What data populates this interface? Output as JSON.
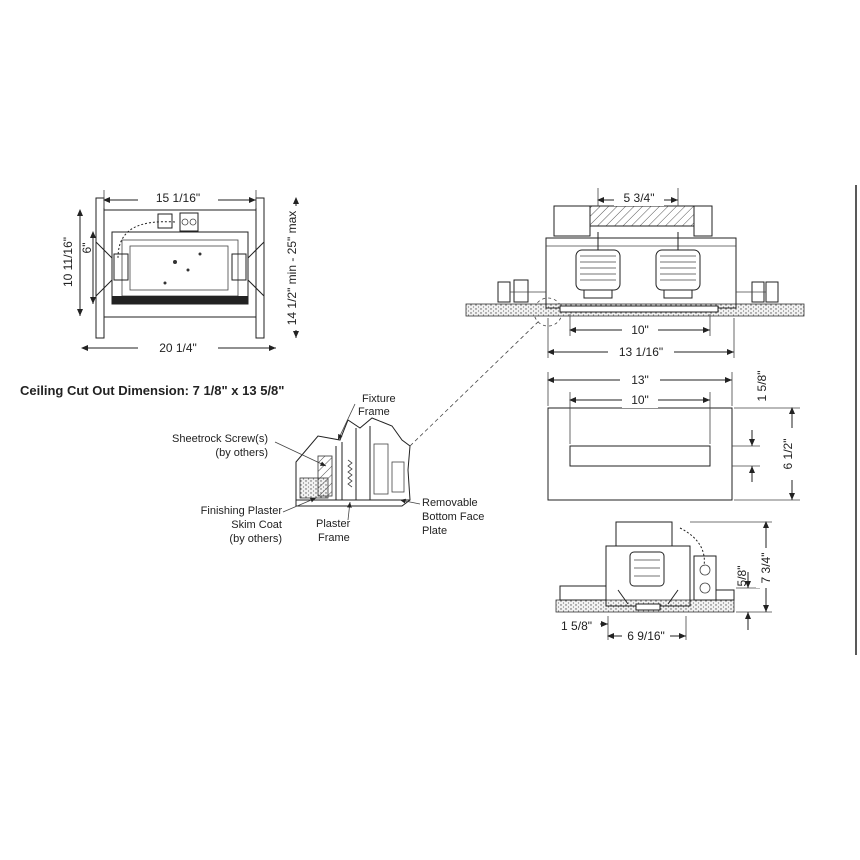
{
  "top_left_view": {
    "width_top": "15 1/16\"",
    "width_bottom": "20 1/4\"",
    "height_left": "10 11/16\"",
    "height_inner": "6\"",
    "height_right": "14 1/2\" min - 25\" max"
  },
  "cutout": {
    "label": "Ceiling Cut Out Dimension: 7 1/8\" x 13 5/8\""
  },
  "detail_callouts": {
    "fixture_frame": [
      "Fixture",
      "Frame"
    ],
    "sheetrock_screws": [
      "Sheetrock Screw(s)",
      "(by others)"
    ],
    "finishing_plaster": [
      "Finishing Plaster",
      "Skim Coat",
      "(by others)"
    ],
    "plaster_frame": [
      "Plaster",
      "Frame"
    ],
    "removable_plate": [
      "Removable",
      "Bottom Face",
      "Plate"
    ]
  },
  "side_view": {
    "top_dim": "5 3/4\"",
    "inner_dim": "10\"",
    "outer_dim": "13 1/16\""
  },
  "plan_view": {
    "outer_dim": "13\"",
    "inner_dim": "10\"",
    "height_small": "1 5/8\"",
    "height_total": "6 1/2\""
  },
  "end_view": {
    "left_dim": "1 5/8\"",
    "bottom_dim": "6 9/16\"",
    "small_v": "5/8\"",
    "total_v": "7 3/4\""
  }
}
